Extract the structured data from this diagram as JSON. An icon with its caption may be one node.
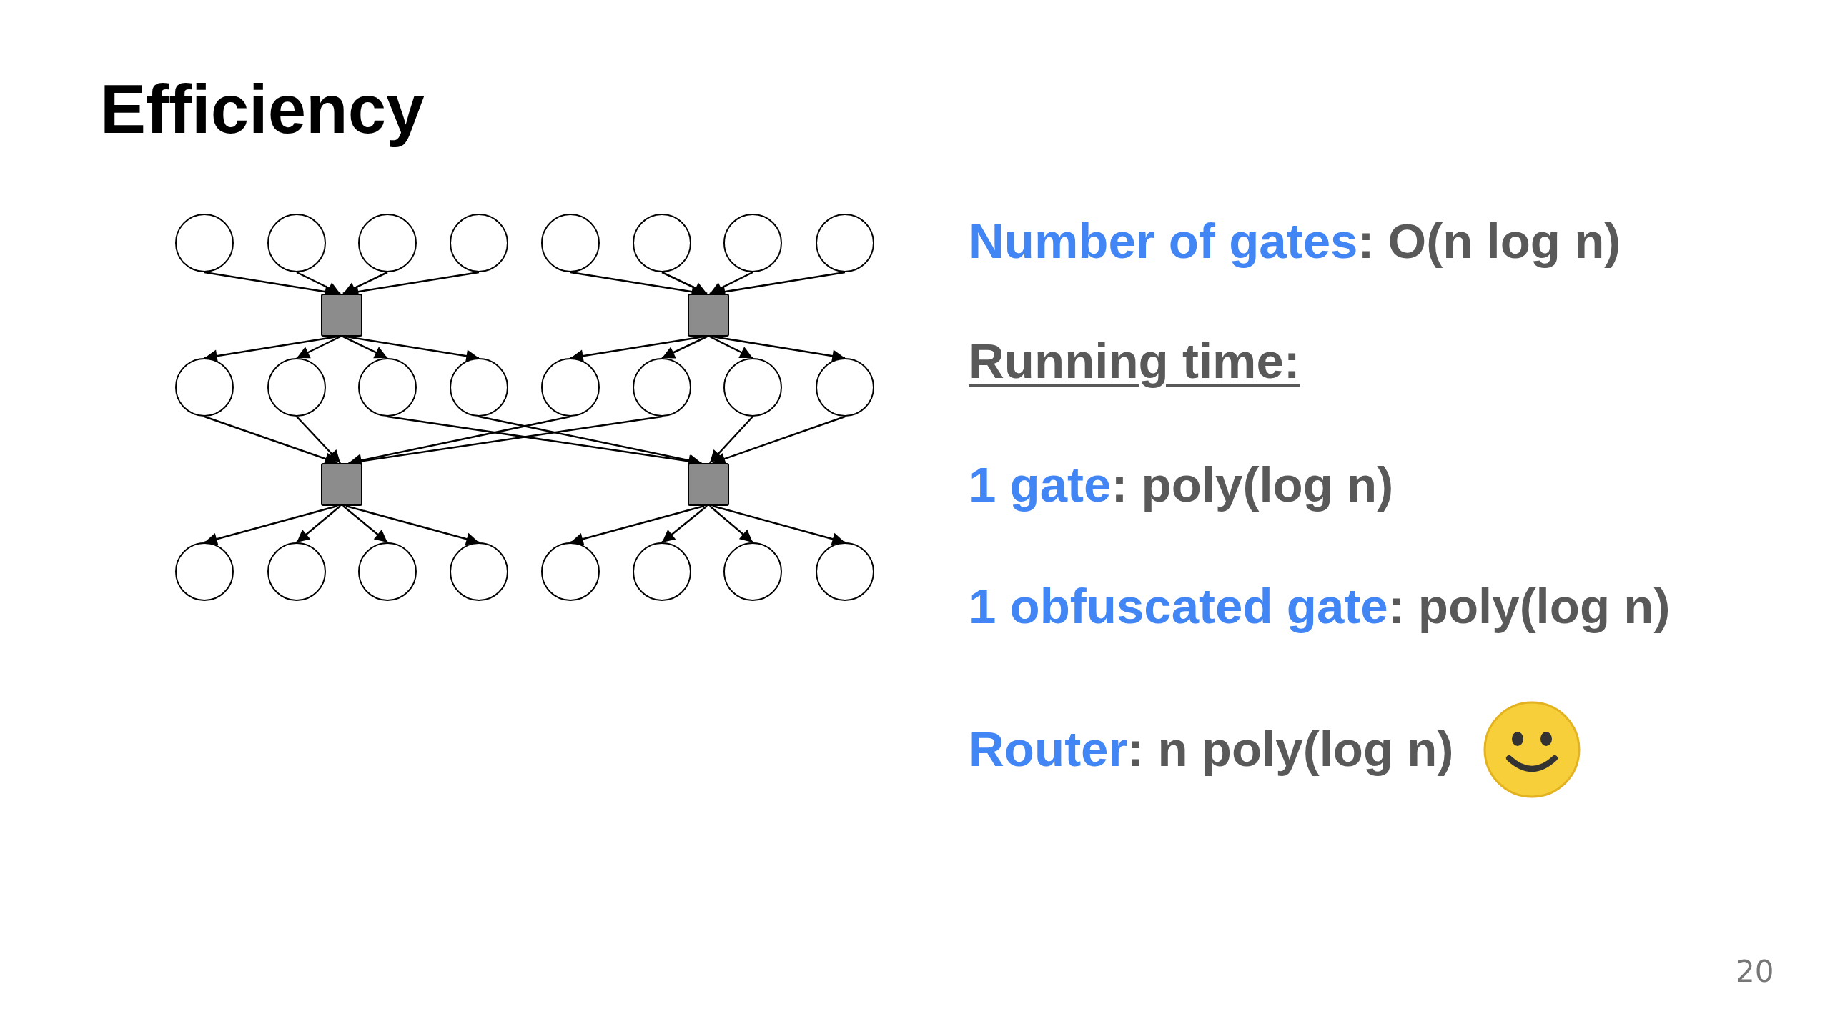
{
  "diagram": {
    "title": "Efficiency",
    "nodes": [
      {
        "text": [],
        "shape": "circle"
      },
      {
        "text": [],
        "shape": "circle"
      },
      {
        "text": [],
        "shape": "circle"
      },
      {
        "text": [],
        "shape": "circle"
      },
      {
        "text": [],
        "shape": "circle"
      },
      {
        "text": [],
        "shape": "circle"
      },
      {
        "text": [],
        "shape": "circle"
      },
      {
        "text": [],
        "shape": "circle"
      },
      {
        "text": [],
        "shape": "box"
      },
      {
        "text": [],
        "shape": "box"
      },
      {
        "text": [],
        "shape": "circle"
      },
      {
        "text": [],
        "shape": "circle"
      },
      {
        "text": [],
        "shape": "circle"
      },
      {
        "text": [],
        "shape": "circle"
      },
      {
        "text": [],
        "shape": "circle"
      },
      {
        "text": [],
        "shape": "circle"
      },
      {
        "text": [],
        "shape": "circle"
      },
      {
        "text": [],
        "shape": "circle"
      },
      {
        "text": [],
        "shape": "box"
      },
      {
        "text": [],
        "shape": "box"
      },
      {
        "text": [],
        "shape": "circle"
      },
      {
        "text": [],
        "shape": "circle"
      },
      {
        "text": [],
        "shape": "circle"
      },
      {
        "text": [],
        "shape": "circle"
      },
      {
        "text": [],
        "shape": "circle"
      },
      {
        "text": [],
        "shape": "circle"
      },
      {
        "text": [],
        "shape": "circle"
      },
      {
        "text": [],
        "shape": "circle"
      }
    ],
    "edges": [
      {
        "from": 0,
        "to": 8,
        "arrow": "to"
      },
      {
        "from": 1,
        "to": 8,
        "arrow": "to"
      },
      {
        "from": 2,
        "to": 8,
        "arrow": "to"
      },
      {
        "from": 3,
        "to": 8,
        "arrow": "to"
      },
      {
        "from": 4,
        "to": 9,
        "arrow": "to"
      },
      {
        "from": 5,
        "to": 9,
        "arrow": "to"
      },
      {
        "from": 6,
        "to": 9,
        "arrow": "to"
      },
      {
        "from": 7,
        "to": 9,
        "arrow": "to"
      },
      {
        "from": 8,
        "to": 10,
        "arrow": "to"
      },
      {
        "from": 8,
        "to": 11,
        "arrow": "to"
      },
      {
        "from": 8,
        "to": 12,
        "arrow": "to"
      },
      {
        "from": 8,
        "to": 13,
        "arrow": "to"
      },
      {
        "from": 9,
        "to": 14,
        "arrow": "to"
      },
      {
        "from": 9,
        "to": 15,
        "arrow": "to"
      },
      {
        "from": 9,
        "to": 16,
        "arrow": "to"
      },
      {
        "from": 9,
        "to": 17,
        "arrow": "to"
      },
      {
        "from": 10,
        "to": 18,
        "arrow": "to"
      },
      {
        "from": 11,
        "to": 18,
        "arrow": "to"
      },
      {
        "from": 14,
        "to": 18,
        "arrow": "to"
      },
      {
        "from": 15,
        "to": 18,
        "arrow": "to"
      },
      {
        "from": 12,
        "to": 19,
        "arrow": "to"
      },
      {
        "from": 13,
        "to": 19,
        "arrow": "to"
      },
      {
        "from": 16,
        "to": 19,
        "arrow": "to"
      },
      {
        "from": 17,
        "to": 19,
        "arrow": "to"
      },
      {
        "from": 18,
        "to": 20,
        "arrow": "to"
      },
      {
        "from": 18,
        "to": 21,
        "arrow": "to"
      },
      {
        "from": 18,
        "to": 22,
        "arrow": "to"
      },
      {
        "from": 18,
        "to": 23,
        "arrow": "to"
      },
      {
        "from": 19,
        "to": 24,
        "arrow": "to"
      },
      {
        "from": 19,
        "to": 25,
        "arrow": "to"
      },
      {
        "from": 19,
        "to": 26,
        "arrow": "to"
      },
      {
        "from": 19,
        "to": 27,
        "arrow": "to"
      }
    ],
    "labels": [
      "Number of gates",
      ": O(n log n)",
      "Running time:",
      "1 gate",
      ": poly(log n)",
      "1 obfuscated gate",
      ": poly(log n)",
      "Router",
      ": n poly(log n)",
      "20"
    ]
  }
}
